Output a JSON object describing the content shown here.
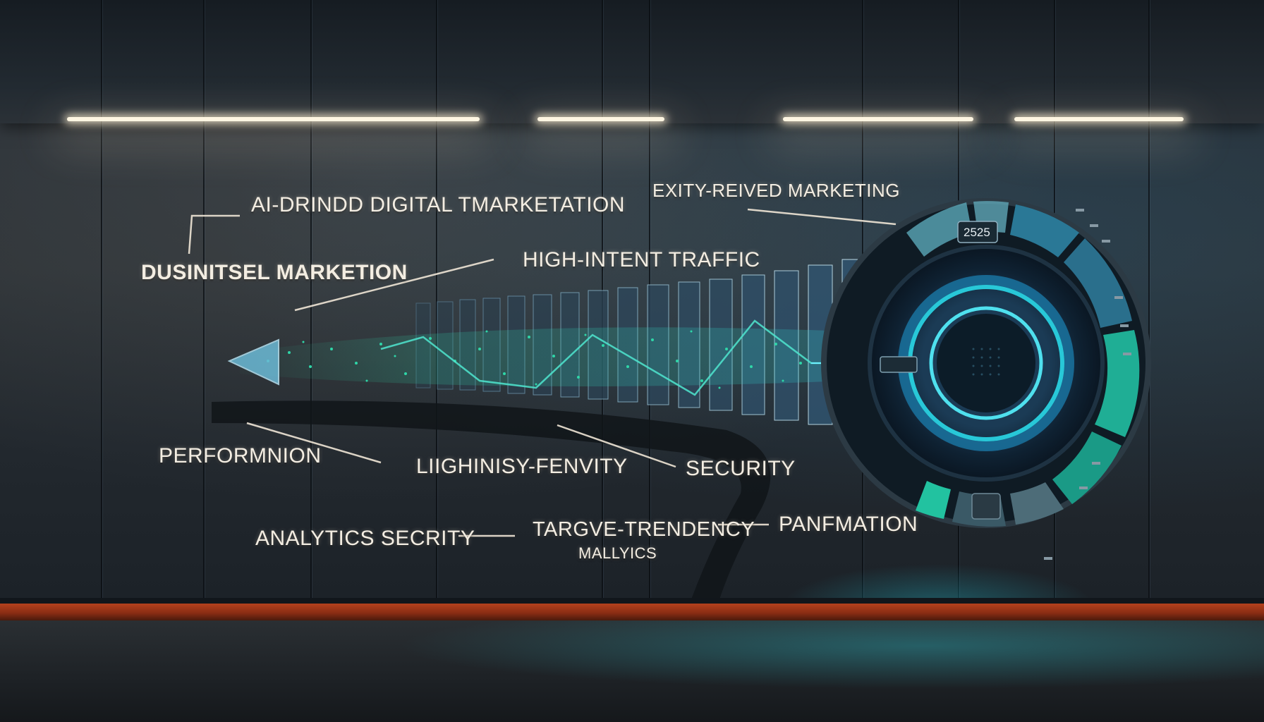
{
  "labels": {
    "ai_driven": "AI-DRINDD DIGITAL TMARKETATION",
    "business_marketing": "DUSINITSEL MARKETION",
    "exity_marketing": "EXITY-REIVED MARKETING",
    "high_intent": "HIGH-INTENT TRAFFIC",
    "performance": "PERFORMNION",
    "lighinisy": "LIIGHINISY-FENVITY",
    "security": "SECURITY",
    "analytics_security": "ANALYTICS SECRITY",
    "targve": "TARGVE-TRENDENCY",
    "mallycs": "MALLYICS",
    "panfmation": "PANFMATION"
  },
  "dial": {
    "readout": "2525",
    "accent_color": "#28c8d8",
    "segment_color": "#1fae95"
  },
  "colors": {
    "label_text": "#f3ede2",
    "data_stream": "#2fd6a8",
    "wood_trim": "#a33a1a"
  }
}
